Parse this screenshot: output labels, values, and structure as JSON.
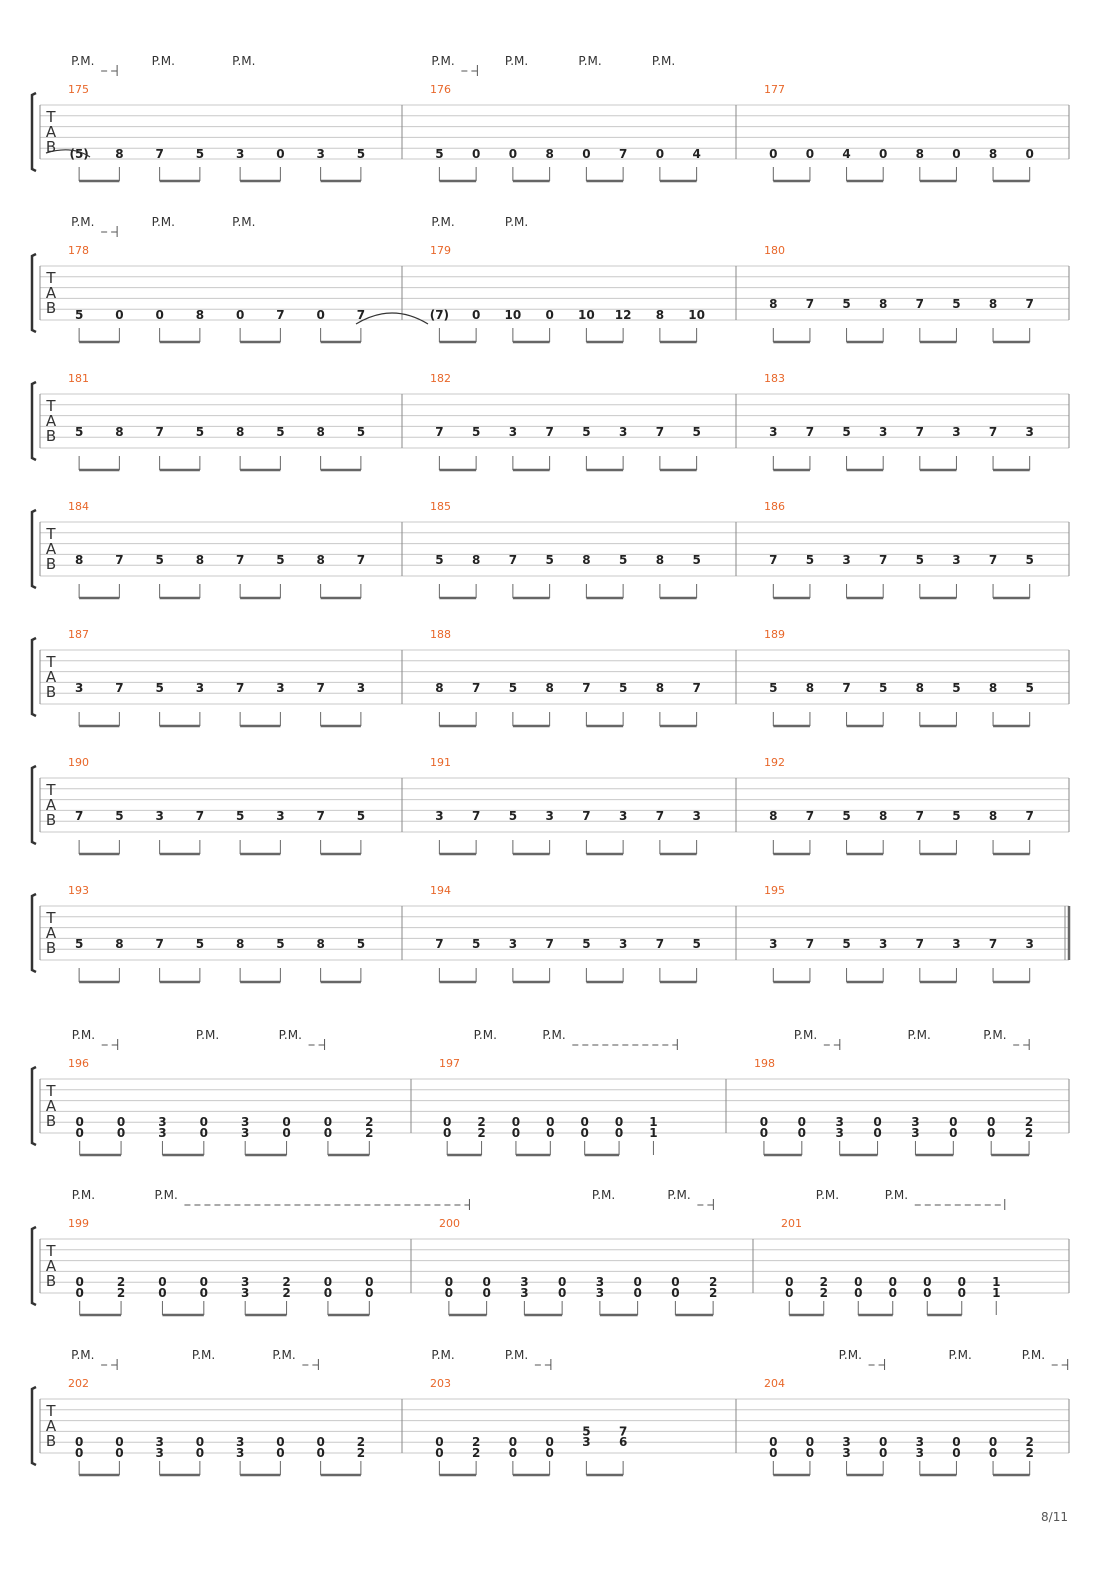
{
  "tab_clef": [
    "T",
    "A",
    "B"
  ],
  "pm_label": "P.M.",
  "page_number": "8/11",
  "colors": {
    "measure_number": "#e8672a",
    "staff_line": "#c8c8c8",
    "text": "#222222"
  },
  "systems": [
    {
      "pm": [
        [
          0,
          true
        ],
        [
          2,
          false
        ],
        [
          4,
          false
        ],
        [
          8,
          true
        ],
        [
          10,
          false
        ],
        [
          12,
          false
        ],
        [
          14,
          false
        ]
      ],
      "tie_in": true,
      "measures": [
        {
          "number": "175",
          "notes": [
            [
              "(5)"
            ],
            [
              "8"
            ],
            [
              "7"
            ],
            [
              "5"
            ],
            [
              "3"
            ],
            [
              "0"
            ],
            [
              "3"
            ],
            [
              "5"
            ]
          ],
          "string": 5
        },
        {
          "number": "176",
          "notes": [
            [
              "5"
            ],
            [
              "0"
            ],
            [
              "0"
            ],
            [
              "8"
            ],
            [
              "0"
            ],
            [
              "7"
            ],
            [
              "0"
            ],
            [
              "4"
            ]
          ],
          "string": 5
        },
        {
          "number": "177",
          "notes": [
            [
              "0"
            ],
            [
              "0"
            ],
            [
              "4"
            ],
            [
              "0"
            ],
            [
              "8"
            ],
            [
              "0"
            ],
            [
              "8"
            ],
            [
              "0"
            ]
          ],
          "string": 5
        }
      ]
    },
    {
      "pm": [
        [
          0,
          true
        ],
        [
          2,
          false
        ],
        [
          4,
          false
        ],
        [
          8,
          false
        ],
        [
          10,
          false
        ]
      ],
      "tie_out": true,
      "measures": [
        {
          "number": "178",
          "notes": [
            [
              "5"
            ],
            [
              "0"
            ],
            [
              "0"
            ],
            [
              "8"
            ],
            [
              "0"
            ],
            [
              "7"
            ],
            [
              "0"
            ],
            [
              "7"
            ]
          ],
          "string": 5
        },
        {
          "number": "179",
          "notes": [
            [
              "(7)"
            ],
            [
              "0"
            ],
            [
              "10"
            ],
            [
              "0"
            ],
            [
              "10"
            ],
            [
              "12"
            ],
            [
              "8"
            ],
            [
              "10"
            ]
          ],
          "string": 5
        },
        {
          "number": "180",
          "notes": [
            [
              "8"
            ],
            [
              "7"
            ],
            [
              "5"
            ],
            [
              "8"
            ],
            [
              "7"
            ],
            [
              "5"
            ],
            [
              "8"
            ],
            [
              "7"
            ]
          ],
          "string": 4
        }
      ]
    },
    {
      "measures": [
        {
          "number": "181",
          "notes": [
            [
              "5"
            ],
            [
              "8"
            ],
            [
              "7"
            ],
            [
              "5"
            ],
            [
              "8"
            ],
            [
              "5"
            ],
            [
              "8"
            ],
            [
              "5"
            ]
          ],
          "string": 4
        },
        {
          "number": "182",
          "notes": [
            [
              "7"
            ],
            [
              "5"
            ],
            [
              "3"
            ],
            [
              "7"
            ],
            [
              "5"
            ],
            [
              "3"
            ],
            [
              "7"
            ],
            [
              "5"
            ]
          ],
          "string": 4
        },
        {
          "number": "183",
          "notes": [
            [
              "3"
            ],
            [
              "7"
            ],
            [
              "5"
            ],
            [
              "3"
            ],
            [
              "7"
            ],
            [
              "3"
            ],
            [
              "7"
            ],
            [
              "3"
            ]
          ],
          "string": 4
        }
      ]
    },
    {
      "measures": [
        {
          "number": "184",
          "notes": [
            [
              "8"
            ],
            [
              "7"
            ],
            [
              "5"
            ],
            [
              "8"
            ],
            [
              "7"
            ],
            [
              "5"
            ],
            [
              "8"
            ],
            [
              "7"
            ]
          ],
          "string": 4
        },
        {
          "number": "185",
          "notes": [
            [
              "5"
            ],
            [
              "8"
            ],
            [
              "7"
            ],
            [
              "5"
            ],
            [
              "8"
            ],
            [
              "5"
            ],
            [
              "8"
            ],
            [
              "5"
            ]
          ],
          "string": 4
        },
        {
          "number": "186",
          "notes": [
            [
              "7"
            ],
            [
              "5"
            ],
            [
              "3"
            ],
            [
              "7"
            ],
            [
              "5"
            ],
            [
              "3"
            ],
            [
              "7"
            ],
            [
              "5"
            ]
          ],
          "string": 4
        }
      ]
    },
    {
      "measures": [
        {
          "number": "187",
          "notes": [
            [
              "3"
            ],
            [
              "7"
            ],
            [
              "5"
            ],
            [
              "3"
            ],
            [
              "7"
            ],
            [
              "3"
            ],
            [
              "7"
            ],
            [
              "3"
            ]
          ],
          "string": 4
        },
        {
          "number": "188",
          "notes": [
            [
              "8"
            ],
            [
              "7"
            ],
            [
              "5"
            ],
            [
              "8"
            ],
            [
              "7"
            ],
            [
              "5"
            ],
            [
              "8"
            ],
            [
              "7"
            ]
          ],
          "string": 4
        },
        {
          "number": "189",
          "notes": [
            [
              "5"
            ],
            [
              "8"
            ],
            [
              "7"
            ],
            [
              "5"
            ],
            [
              "8"
            ],
            [
              "5"
            ],
            [
              "8"
            ],
            [
              "5"
            ]
          ],
          "string": 4
        }
      ]
    },
    {
      "measures": [
        {
          "number": "190",
          "notes": [
            [
              "7"
            ],
            [
              "5"
            ],
            [
              "3"
            ],
            [
              "7"
            ],
            [
              "5"
            ],
            [
              "3"
            ],
            [
              "7"
            ],
            [
              "5"
            ]
          ],
          "string": 4
        },
        {
          "number": "191",
          "notes": [
            [
              "3"
            ],
            [
              "7"
            ],
            [
              "5"
            ],
            [
              "3"
            ],
            [
              "7"
            ],
            [
              "3"
            ],
            [
              "7"
            ],
            [
              "3"
            ]
          ],
          "string": 4
        },
        {
          "number": "192",
          "notes": [
            [
              "8"
            ],
            [
              "7"
            ],
            [
              "5"
            ],
            [
              "8"
            ],
            [
              "7"
            ],
            [
              "5"
            ],
            [
              "8"
            ],
            [
              "7"
            ]
          ],
          "string": 4
        }
      ]
    },
    {
      "end_double": true,
      "measures": [
        {
          "number": "193",
          "notes": [
            [
              "5"
            ],
            [
              "8"
            ],
            [
              "7"
            ],
            [
              "5"
            ],
            [
              "8"
            ],
            [
              "5"
            ],
            [
              "8"
            ],
            [
              "5"
            ]
          ],
          "string": 4
        },
        {
          "number": "194",
          "notes": [
            [
              "7"
            ],
            [
              "5"
            ],
            [
              "3"
            ],
            [
              "7"
            ],
            [
              "5"
            ],
            [
              "3"
            ],
            [
              "7"
            ],
            [
              "5"
            ]
          ],
          "string": 4
        },
        {
          "number": "195",
          "notes": [
            [
              "3"
            ],
            [
              "7"
            ],
            [
              "5"
            ],
            [
              "3"
            ],
            [
              "7"
            ],
            [
              "3"
            ],
            [
              "7"
            ],
            [
              "3"
            ]
          ],
          "string": 4
        }
      ]
    },
    {
      "pm": [
        [
          0,
          true
        ],
        [
          3,
          false
        ],
        [
          5,
          true
        ],
        [
          9,
          false
        ],
        [
          11,
          "long7"
        ],
        [
          16,
          true
        ],
        [
          19,
          false
        ],
        [
          21,
          true
        ]
      ],
      "measures": [
        {
          "number": "196",
          "notes": [
            [
              "0",
              "0"
            ],
            [
              "0",
              "0"
            ],
            [
              "3",
              "3"
            ],
            [
              "0",
              "0"
            ],
            [
              "3",
              "3"
            ],
            [
              "0",
              "0"
            ],
            [
              "0",
              "0"
            ],
            [
              "2",
              "2"
            ]
          ],
          "string": 4
        },
        {
          "number": "197",
          "notes": [
            [
              "0",
              "0"
            ],
            [
              "2",
              "2"
            ],
            [
              "0",
              "0"
            ],
            [
              "0",
              "0"
            ],
            [
              "0",
              "0"
            ],
            [
              "0",
              "0"
            ],
            [
              "1",
              "1"
            ]
          ],
          "string": 4
        },
        {
          "number": "198",
          "notes": [
            [
              "0",
              "0"
            ],
            [
              "0",
              "0"
            ],
            [
              "3",
              "3"
            ],
            [
              "0",
              "0"
            ],
            [
              "3",
              "3"
            ],
            [
              "0",
              "0"
            ],
            [
              "0",
              "0"
            ],
            [
              "2",
              "2"
            ]
          ],
          "string": 4
        }
      ]
    },
    {
      "pm": [
        [
          0,
          false
        ],
        [
          2,
          "long19"
        ],
        [
          12,
          false
        ],
        [
          14,
          true
        ],
        [
          17,
          false
        ],
        [
          19,
          "long6"
        ]
      ],
      "measures": [
        {
          "number": "199",
          "notes": [
            [
              "0",
              "0"
            ],
            [
              "2",
              "2"
            ],
            [
              "0",
              "0"
            ],
            [
              "0",
              "0"
            ],
            [
              "3",
              "3"
            ],
            [
              "2",
              "2"
            ],
            [
              "0",
              "0"
            ],
            [
              "0",
              "0"
            ]
          ],
          "string": 4
        },
        {
          "number": "200",
          "notes": [
            [
              "0",
              "0"
            ],
            [
              "0",
              "0"
            ],
            [
              "3",
              "3"
            ],
            [
              "0",
              "0"
            ],
            [
              "3",
              "3"
            ],
            [
              "0",
              "0"
            ],
            [
              "0",
              "0"
            ],
            [
              "2",
              "2"
            ]
          ],
          "string": 4
        },
        {
          "number": "201",
          "notes": [
            [
              "0",
              "0"
            ],
            [
              "2",
              "2"
            ],
            [
              "0",
              "0"
            ],
            [
              "0",
              "0"
            ],
            [
              "0",
              "0"
            ],
            [
              "0",
              "0"
            ],
            [
              "1",
              "1"
            ]
          ],
          "string": 4
        }
      ]
    },
    {
      "pm": [
        [
          0,
          true
        ],
        [
          3,
          false
        ],
        [
          5,
          true
        ],
        [
          8,
          false
        ],
        [
          10,
          true
        ],
        [
          16,
          true
        ],
        [
          19,
          false
        ],
        [
          21,
          true
        ]
      ],
      "measures": [
        {
          "number": "202",
          "notes": [
            [
              "0",
              "0"
            ],
            [
              "0",
              "0"
            ],
            [
              "3",
              "3"
            ],
            [
              "0",
              "0"
            ],
            [
              "3",
              "3"
            ],
            [
              "0",
              "0"
            ],
            [
              "0",
              "0"
            ],
            [
              "2",
              "2"
            ]
          ],
          "string": 4
        },
        {
          "number": "203",
          "notes": [
            [
              "0",
              "0"
            ],
            [
              "2",
              "2"
            ],
            [
              "0",
              "0"
            ],
            [
              "0",
              "0"
            ],
            [
              "5",
              "3"
            ],
            [
              "7",
              "6"
            ]
          ],
          "string": 4,
          "split": true
        },
        {
          "number": "204",
          "notes": [
            [
              "0",
              "0"
            ],
            [
              "0",
              "0"
            ],
            [
              "3",
              "3"
            ],
            [
              "0",
              "0"
            ],
            [
              "3",
              "3"
            ],
            [
              "0",
              "0"
            ],
            [
              "0",
              "0"
            ],
            [
              "2",
              "2"
            ]
          ],
          "string": 4
        }
      ]
    }
  ]
}
